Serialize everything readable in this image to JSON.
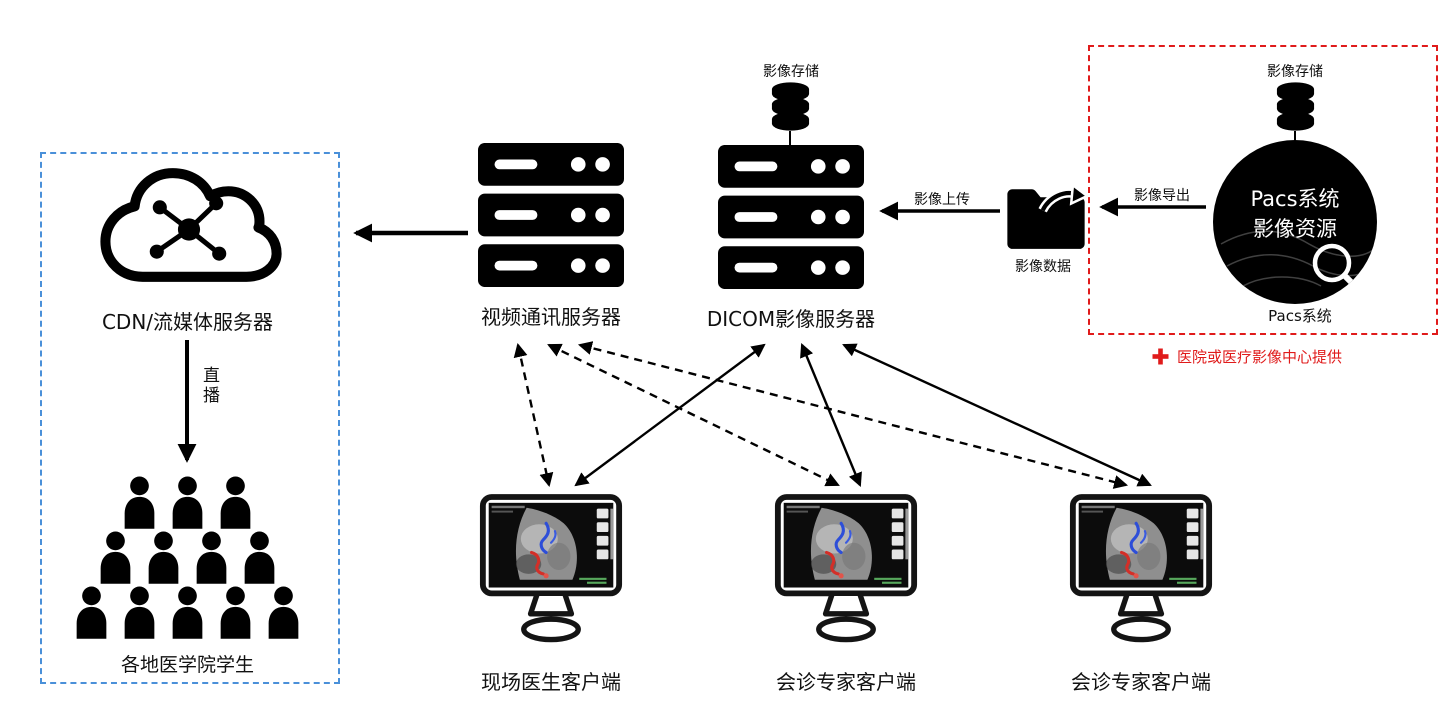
{
  "diagram": {
    "pacs": {
      "storage_label": "影像存储",
      "circle_title": "Pacs系统",
      "circle_subtitle": "影像资源",
      "caption": "Pacs系统",
      "note": "医院或医疗影像中心提供"
    },
    "flow": {
      "export_label": "影像导出",
      "data_label": "影像数据",
      "upload_label": "影像上传",
      "live_label": "直播"
    },
    "dicom": {
      "label": "DICOM影像服务器",
      "storage_label": "影像存储"
    },
    "video": {
      "label": "视频通讯服务器"
    },
    "cdn": {
      "label": "CDN/流媒体服务器"
    },
    "students": {
      "label": "各地医学院学生"
    },
    "clients": [
      {
        "label": "现场医生客户端"
      },
      {
        "label": "会诊专家客户端"
      },
      {
        "label": "会诊专家客户端"
      }
    ],
    "colors": {
      "pacs_box_border": "#e01b1b",
      "note_text": "#e01b1b",
      "cdn_box_border": "#4a90d9"
    }
  }
}
